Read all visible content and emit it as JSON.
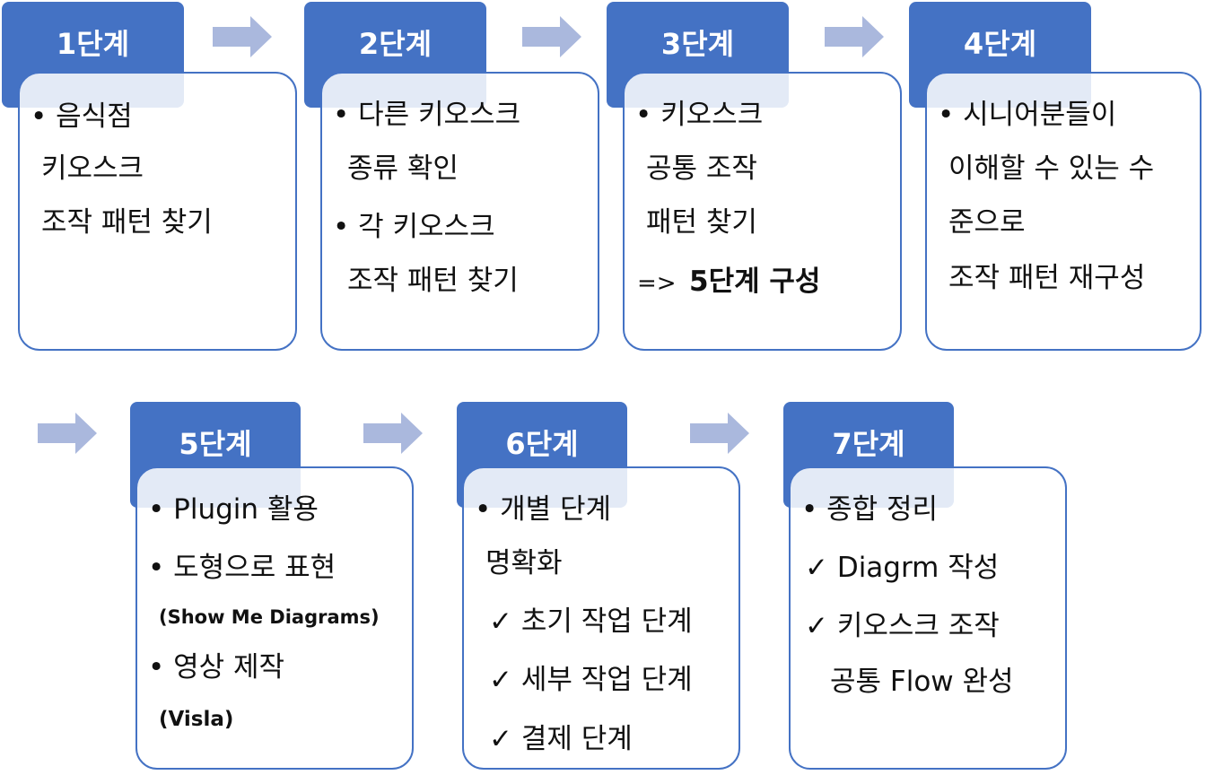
{
  "steps": [
    {
      "title": "1단계",
      "lines": [
        "• 음식점",
        "키오스크",
        "조작 패턴 찾기"
      ]
    },
    {
      "title": "2단계",
      "lines": [
        "• 다른 키오스크",
        "종류 확인",
        "• 각 키오스크",
        "조작 패턴 찾기"
      ]
    },
    {
      "title": "3단계",
      "lines": [
        "• 키오스크",
        "공통 조작",
        "패턴 찾기",
        "=>",
        "5단계 구성"
      ]
    },
    {
      "title": "4단계",
      "lines": [
        "• 시니어분들이",
        "이해할 수 있는 수",
        "준으로",
        "조작 패턴 재구성"
      ]
    },
    {
      "title": "5단계",
      "lines": [
        "• Plugin 활용",
        "• 도형으로 표현",
        "(Show Me Diagrams)",
        "• 영상 제작",
        "(Visla)"
      ]
    },
    {
      "title": "6단계",
      "lines": [
        "• 개별 단계",
        "명확화",
        "✓ 초기 작업 단계",
        "✓ 세부 작업 단계",
        "✓ 결제 단계"
      ]
    },
    {
      "title": "7단계",
      "lines": [
        "• 종합 정리",
        "✓ Diagrm 작성",
        "✓ 키오스크 조작",
        "공통 Flow 완성"
      ]
    }
  ],
  "colors": {
    "accent": "#4472c4",
    "arrow": "#aab8dd"
  },
  "icons": {
    "arrow": "right-arrow-icon"
  }
}
